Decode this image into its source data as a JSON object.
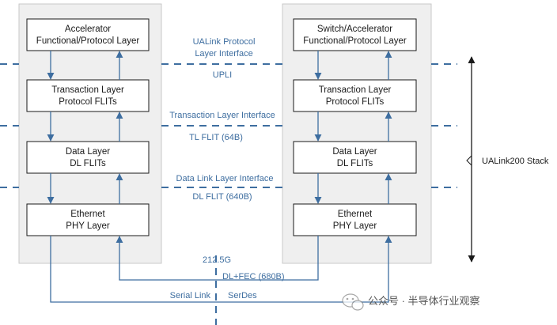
{
  "colors": {
    "panel_fill": "#efefef",
    "panel_stroke": "#c9c9c9",
    "box_stroke": "#1a1a1a",
    "arrow": "#3e6ea0",
    "dash": "#3e6ea0",
    "iface_text": "#3e6ea0"
  },
  "left_stack": {
    "layer1": {
      "line1": "Accelerator",
      "line2": "Functional/Protocol Layer"
    },
    "layer2": {
      "line1": "Transaction Layer",
      "line2": "Protocol FLITs"
    },
    "layer3": {
      "line1": "Data Layer",
      "line2": "DL FLITs"
    },
    "layer4": {
      "line1": "Ethernet",
      "line2": "PHY Layer"
    }
  },
  "right_stack": {
    "layer1": {
      "line1": "Switch/Accelerator",
      "line2": "Functional/Protocol Layer"
    },
    "layer2": {
      "line1": "Transaction Layer",
      "line2": "Protocol FLITs"
    },
    "layer3": {
      "line1": "Data Layer",
      "line2": "DL FLITs"
    },
    "layer4": {
      "line1": "Ethernet",
      "line2": "PHY Layer"
    }
  },
  "interfaces": {
    "protocol_line1": "UALink Protocol",
    "protocol_line2": "Layer Interface",
    "upli": "UPLI",
    "transaction": "Transaction Layer Interface",
    "tl_flit": "TL FLIT (64B)",
    "data_link": "Data Link Layer Interface",
    "dl_flit": "DL FLIT (640B)"
  },
  "phy_link": {
    "speed": "212.5G",
    "fec": "DL+FEC (680B)",
    "serial": "Serial Link",
    "serdes": "SerDes"
  },
  "stack_label": "UALink200 Stack",
  "watermark": "公众号 · 半导体行业观察",
  "watermark_icon": "wechat-icon"
}
